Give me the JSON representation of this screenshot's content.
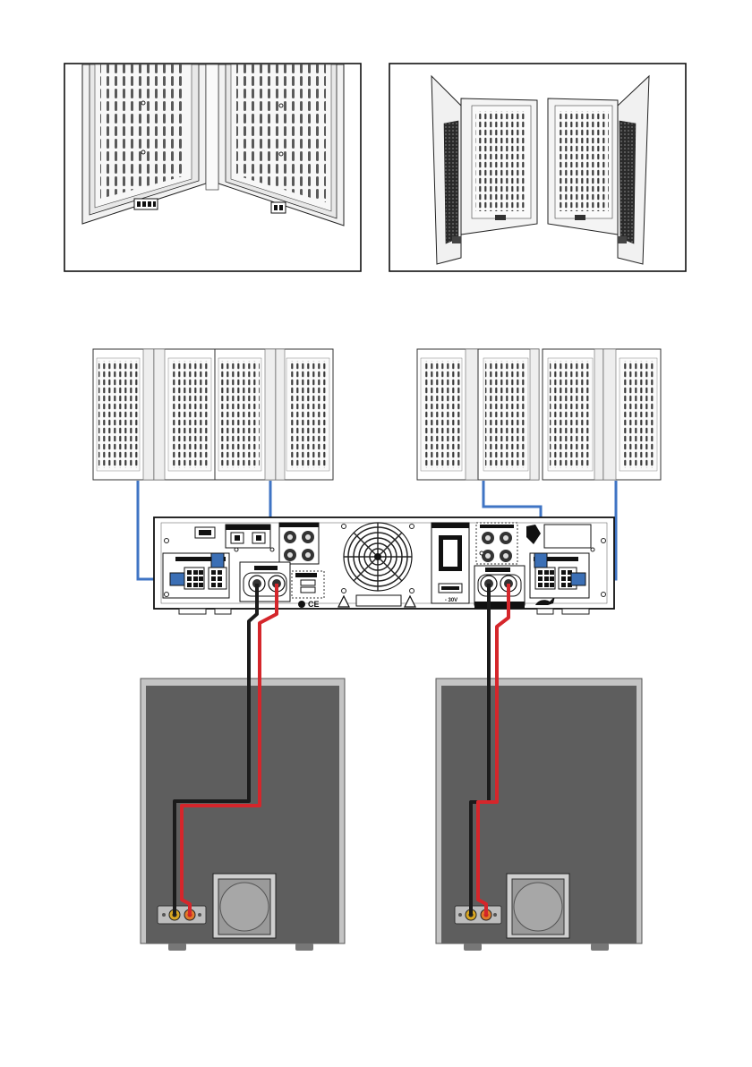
{
  "figures": {
    "top_left_panel": "speaker-panels-connectors-detail",
    "top_right_panel": "speaker-panels-folded-open"
  },
  "rear_panel": {
    "badge_text": "",
    "voltage_label": "- 30V",
    "certification": "CE"
  },
  "colors": {
    "speaker_cable": "#3f74c4",
    "connector": "#3b6fb5",
    "positive_wire": "#d5262b",
    "negative_wire": "#1b1b1b",
    "subwoofer_body": "#5e5e5e",
    "subwoofer_frame": "#c4c4c4",
    "terminal_positive": "#e07a2a",
    "terminal_negative": "#d8a623"
  },
  "icons": [
    "warning-icon",
    "kangaroo-logo-icon",
    "brand-logo-icon",
    "fan-grille-icon",
    "power-switch-icon"
  ]
}
